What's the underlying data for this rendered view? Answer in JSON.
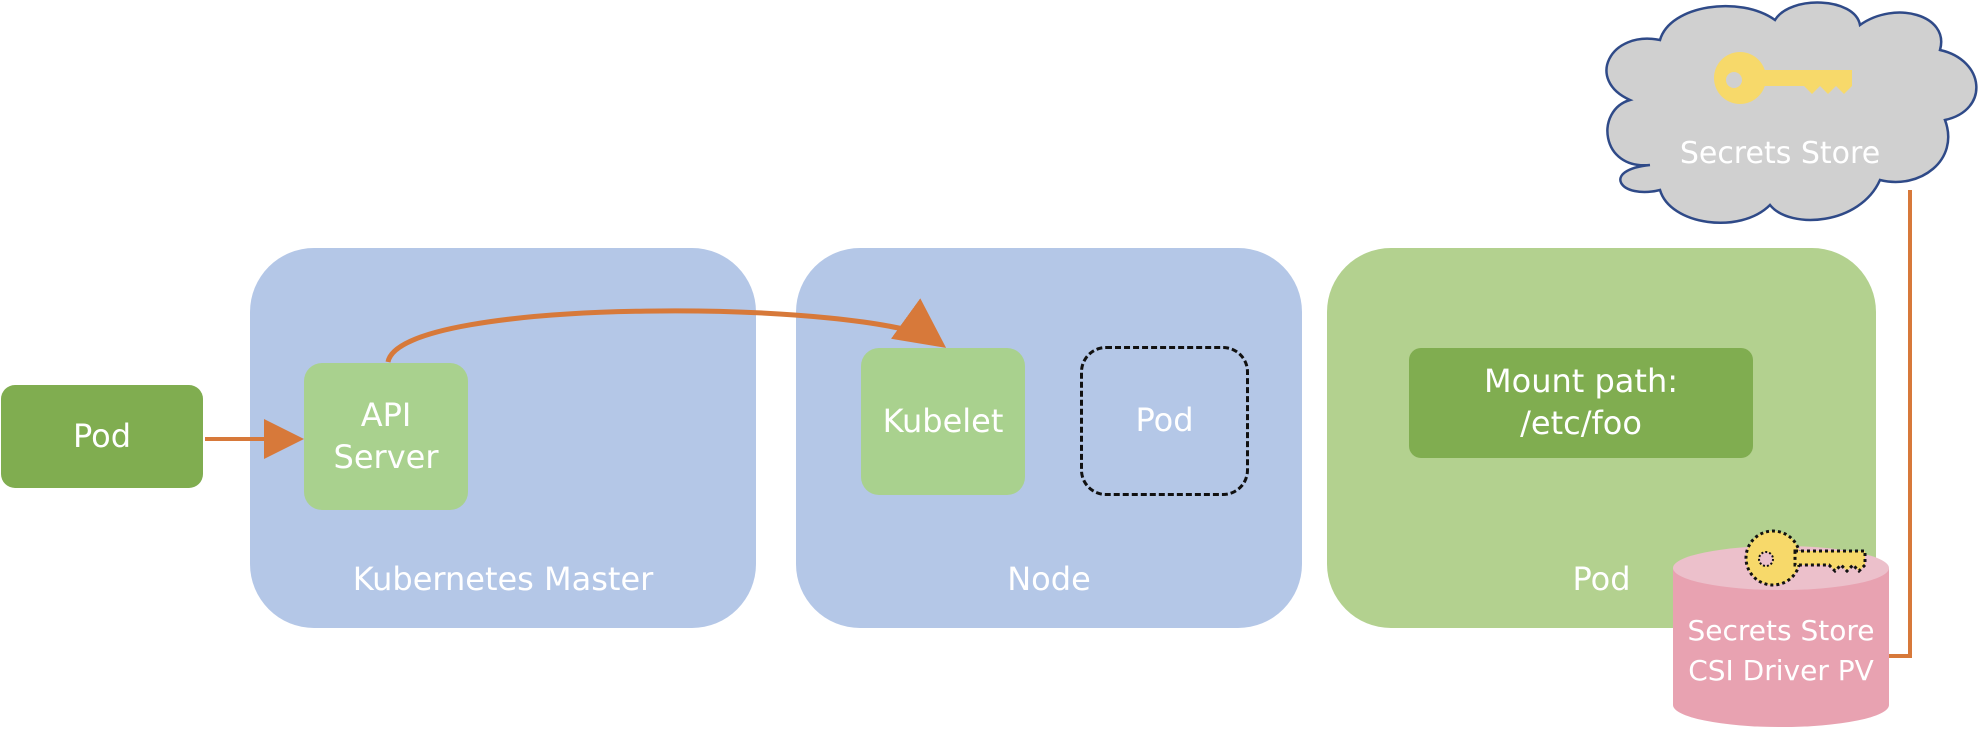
{
  "external_pod": {
    "label": "Pod"
  },
  "master": {
    "label": "Kubernetes Master",
    "api_server": {
      "label": "API\nServer"
    }
  },
  "node": {
    "label": "Node",
    "kubelet": {
      "label": "Kubelet"
    },
    "pod": {
      "label": "Pod"
    }
  },
  "pod_panel": {
    "label": "Pod",
    "mount": {
      "label": "Mount path:\n/etc/foo"
    }
  },
  "secrets_store": {
    "label": "Secrets Store",
    "icon": "key-icon"
  },
  "csi_driver": {
    "line1": "Secrets Store",
    "line2": "CSI Driver PV",
    "icon": "key-icon"
  },
  "colors": {
    "panel_blue": "#b4c7e7",
    "panel_green": "#b3d18f",
    "box_light": "#a9d18e",
    "box_dark": "#80ad50",
    "arrow": "#d7793a",
    "cloud_fill": "#d0d0d0",
    "cloud_stroke": "#2f4a88",
    "key": "#f7d96a",
    "cylinder": "#e8a2b1"
  }
}
